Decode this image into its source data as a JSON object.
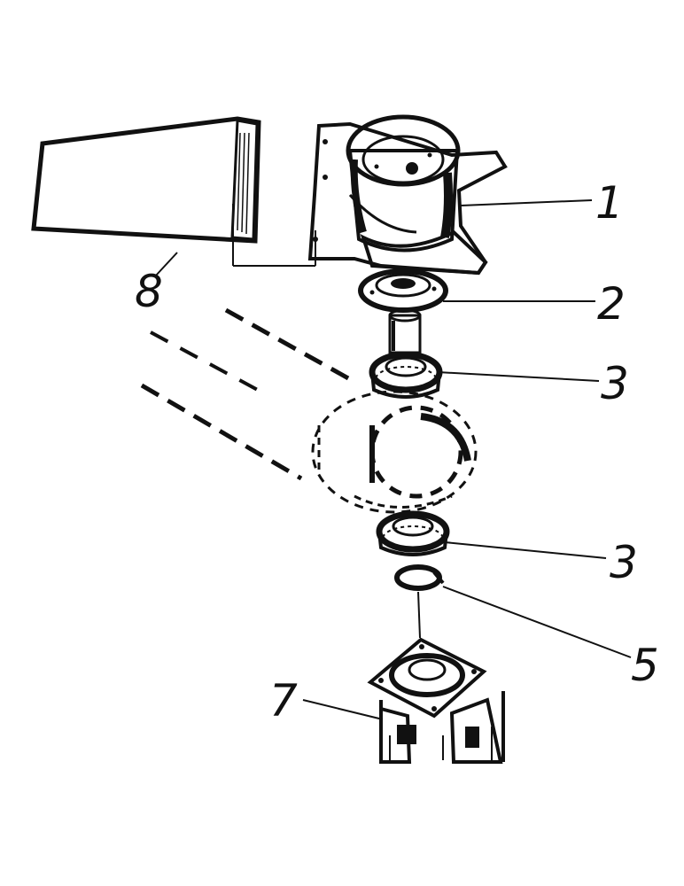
{
  "diagram": {
    "callouts": [
      {
        "id": "part-1",
        "label": "1"
      },
      {
        "id": "part-2",
        "label": "2"
      },
      {
        "id": "part-3-upper",
        "label": "3"
      },
      {
        "id": "part-3-lower",
        "label": "3"
      },
      {
        "id": "part-5",
        "label": "5"
      },
      {
        "id": "part-7",
        "label": "7"
      },
      {
        "id": "part-8",
        "label": "8"
      }
    ],
    "colors": {
      "ink": "#111111",
      "paper": "#ffffff"
    }
  }
}
